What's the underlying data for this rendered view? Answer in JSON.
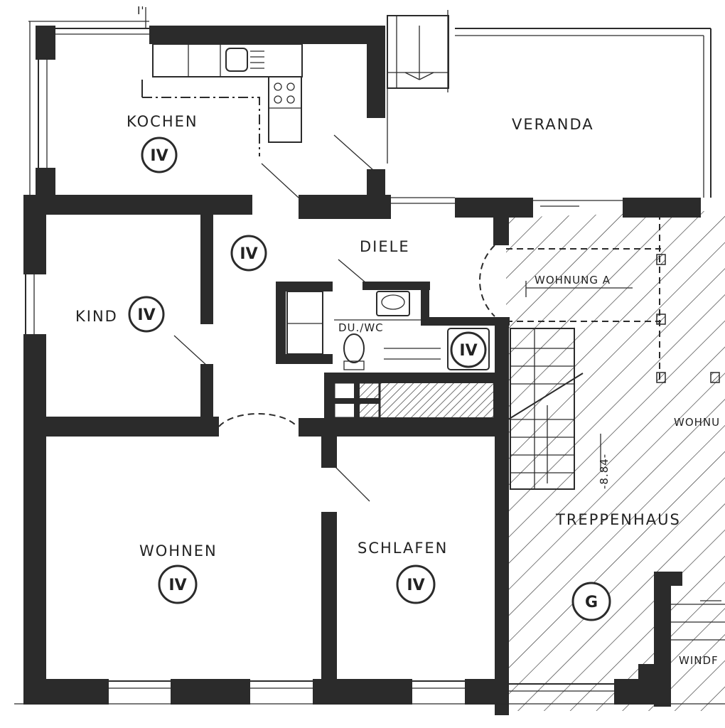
{
  "rooms": {
    "kochen": "KOCHEN",
    "veranda": "VERANDA",
    "diele": "DIELE",
    "kind": "KIND",
    "du_wc": "DU./WC",
    "wohnung_a": "WOHNUNG A",
    "wohnu": "WOHNU",
    "wohnen": "WOHNEN",
    "schlafen": "SCHLAFEN",
    "treppenhaus": "TREPPENHAUS",
    "windf": "WINDF"
  },
  "badges": {
    "kochen": "IV",
    "diele": "IV",
    "kind": "IV",
    "bad": "IV",
    "wohnen": "IV",
    "schlafen": "IV",
    "treppenhaus": "G"
  },
  "annotations": {
    "section_mark": "I'",
    "dimension": "-8.84-"
  }
}
